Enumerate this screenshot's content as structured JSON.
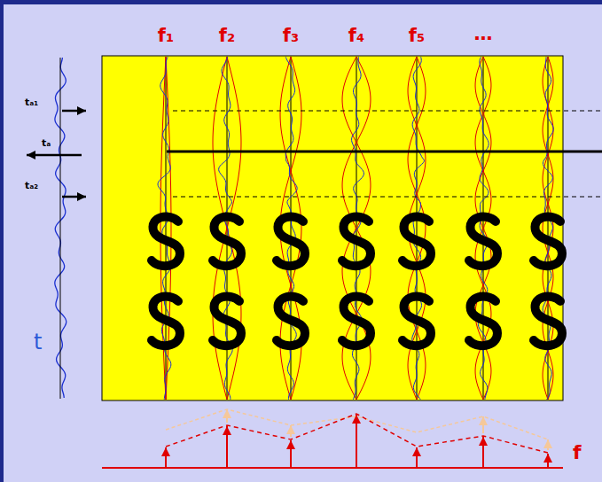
{
  "diagram": {
    "labels": [
      "f₁",
      "f₂",
      "f₃",
      "f₄",
      "f₅",
      "…",
      "tₐ₁",
      "tₐ",
      "tₐ₂",
      "t",
      "f"
    ]
  }
}
